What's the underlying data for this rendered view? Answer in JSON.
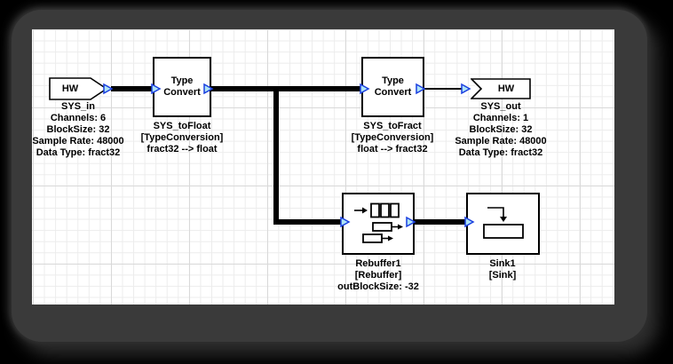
{
  "diagram": {
    "kind": "signal-flow block diagram",
    "colors": {
      "background": "#000000",
      "frame_ring": "#3a3a3a",
      "canvas_bg": "#ffffff",
      "grid_minor": "#ececec",
      "grid_major": "#d9d9d9",
      "wire": "#000000",
      "block_border": "#000000",
      "block_fill": "#ffffff",
      "port_fill": "#aee4f6",
      "port_stroke": "#1a3fe0",
      "text": "#000000"
    }
  },
  "blocks": {
    "sys_in": {
      "label": "HW",
      "icon": "hw-input-arrow-icon",
      "caption": [
        "SYS_in",
        "Channels: 6",
        "BlockSize: 32",
        "Sample Rate: 48000",
        "Data Type: fract32"
      ]
    },
    "sys_to_float": {
      "label": [
        "Type",
        "Convert"
      ],
      "caption": [
        "SYS_toFloat",
        "[TypeConversion]",
        "fract32 --> float"
      ]
    },
    "sys_to_fract": {
      "label": [
        "Type",
        "Convert"
      ],
      "caption": [
        "SYS_toFract",
        "[TypeConversion]",
        "float --> fract32"
      ]
    },
    "sys_out": {
      "label": "HW",
      "icon": "hw-output-arrow-icon",
      "caption": [
        "SYS_out",
        "Channels: 1",
        "BlockSize: 32",
        "Sample Rate: 48000",
        "Data Type: fract32"
      ]
    },
    "rebuffer1": {
      "icon": "rebuffer-icon",
      "caption": [
        "Rebuffer1",
        "[Rebuffer]",
        "outBlockSize: -32"
      ]
    },
    "sink1": {
      "icon": "sink-icon",
      "caption": [
        "Sink1",
        "[Sink]"
      ]
    }
  }
}
